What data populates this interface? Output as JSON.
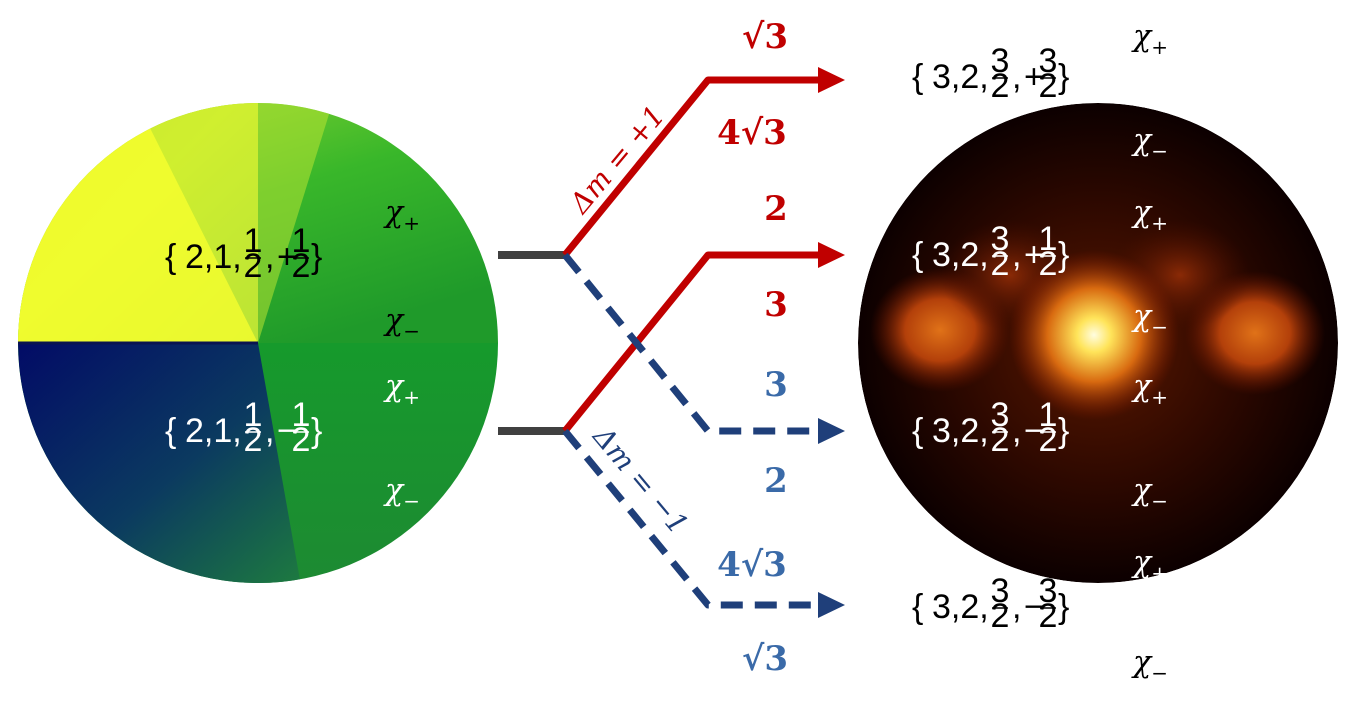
{
  "colors": {
    "red": "#c00000",
    "blue": "#1f3f7a",
    "level_gray": "#404040"
  },
  "left_state": {
    "upper": {
      "n": "2",
      "l": "1",
      "j_num": "1",
      "j_den": "2",
      "m_sign": "+",
      "m_num": "1",
      "m_den": "2"
    },
    "lower": {
      "n": "2",
      "l": "1",
      "j_num": "1",
      "j_den": "2",
      "m_sign": "−",
      "m_num": "1",
      "m_den": "2"
    },
    "chi_labels": [
      {
        "sym": "χ",
        "sub": "+"
      },
      {
        "sym": "χ",
        "sub": "−"
      },
      {
        "sym": "χ",
        "sub": "+"
      },
      {
        "sym": "χ",
        "sub": "−"
      }
    ]
  },
  "transitions": {
    "delta_plus": "Δm = +1",
    "delta_minus": "Δm = −1",
    "weights": [
      {
        "text": "√3",
        "color": "red"
      },
      {
        "text": "4√3",
        "color": "red"
      },
      {
        "text": "2",
        "color": "red"
      },
      {
        "text": "3",
        "color": "red"
      },
      {
        "text": "3",
        "color": "blue"
      },
      {
        "text": "2",
        "color": "blue"
      },
      {
        "text": "4√3",
        "color": "blue"
      },
      {
        "text": "√3",
        "color": "blue"
      }
    ]
  },
  "right_states": [
    {
      "n": "3",
      "l": "2",
      "j_num": "3",
      "j_den": "2",
      "m_sign": "+",
      "m_num": "3",
      "m_den": "2"
    },
    {
      "n": "3",
      "l": "2",
      "j_num": "3",
      "j_den": "2",
      "m_sign": "+",
      "m_num": "1",
      "m_den": "2"
    },
    {
      "n": "3",
      "l": "2",
      "j_num": "3",
      "j_den": "2",
      "m_sign": "−",
      "m_num": "1",
      "m_den": "2"
    },
    {
      "n": "3",
      "l": "2",
      "j_num": "3",
      "j_den": "2",
      "m_sign": "−",
      "m_num": "3",
      "m_den": "2"
    }
  ],
  "right_chi_labels": [
    {
      "sym": "χ",
      "sub": "+"
    },
    {
      "sym": "χ",
      "sub": "−"
    },
    {
      "sym": "χ",
      "sub": "+"
    },
    {
      "sym": "χ",
      "sub": "−"
    },
    {
      "sym": "χ",
      "sub": "+"
    },
    {
      "sym": "χ",
      "sub": "−"
    },
    {
      "sym": "χ",
      "sub": "+"
    },
    {
      "sym": "χ",
      "sub": "−"
    }
  ]
}
